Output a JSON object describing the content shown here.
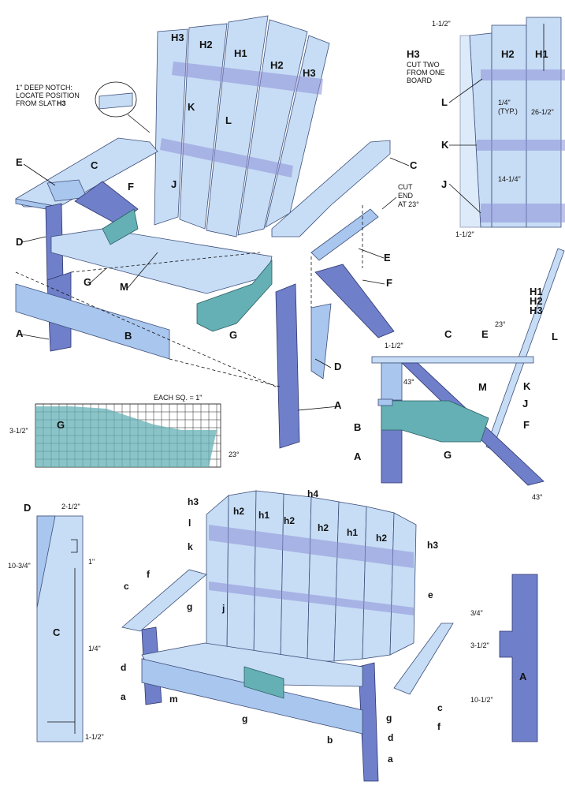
{
  "labels": {
    "A": "A",
    "B": "B",
    "C": "C",
    "D": "D",
    "E": "E",
    "F": "F",
    "G": "G",
    "H1": "H1",
    "H2": "H2",
    "H3": "H3",
    "J": "J",
    "K": "K",
    "L": "L",
    "M": "M",
    "a": "a",
    "b": "b",
    "c": "c",
    "d": "d",
    "e": "e",
    "f": "f",
    "g": "g",
    "h1": "h1",
    "h2": "h2",
    "h3": "h3",
    "h4": "h4",
    "j": "j",
    "k": "k",
    "l": "l",
    "m": "m"
  },
  "notes": {
    "notch_line1": "1\" DEEP NOTCH:",
    "notch_line2": "LOCATE POSITION",
    "notch_line3": "FROM SLAT",
    "notch_slat": "H3",
    "cut_line1": "CUT",
    "cut_line2": "END",
    "cut_line3": "AT 23°",
    "h3_title": "H3",
    "h3_line1": "CUT TWO",
    "h3_line2": "FROM ONE",
    "h3_line3": "BOARD",
    "grid_note": "EACH SQ. = 1\"",
    "typ": "1/4\"",
    "typ2": "(TYP.)"
  },
  "dims": {
    "d_1_5_top": "1-1/2\"",
    "d_1_5_bot": "1-1/2\"",
    "d_26_5": "26-1/2\"",
    "d_14_25": "14-1/4\"",
    "d_1_5_side": "1-1/2\"",
    "d_23_side": "23°",
    "d_43_a": "43°",
    "d_43_b": "43°",
    "d_3_5_g": "3-1/2\"",
    "d_23_g": "23°",
    "d_2_5_c": "2-1/2\"",
    "d_10_75": "10-3/4\"",
    "d_1_c": "1\"",
    "d_1_4_c": "1/4\"",
    "d_1_5_c": "1-1/2\"",
    "d_3_4_a": "3/4\"",
    "d_3_5_a": "3-1/2\"",
    "d_10_5_a": "10-1/2\""
  },
  "colors": {
    "light_blue": "#c7ddf6",
    "mid_blue": "#a9c6ee",
    "dark_blue": "#6f7fc9",
    "teal": "#64b0b5",
    "band": "#8c8fd6"
  }
}
